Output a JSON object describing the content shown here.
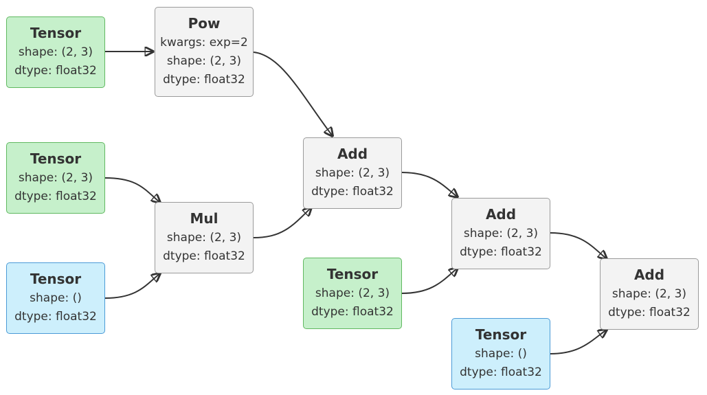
{
  "nodes": {
    "tensor_a": {
      "title": "Tensor",
      "lines": [
        "shape: (2, 3)",
        "dtype: float32"
      ],
      "color": "#c6f0cb"
    },
    "pow": {
      "title": "Pow",
      "lines": [
        "kwargs: exp=2",
        "shape: (2, 3)",
        "dtype: float32"
      ],
      "color": "#f3f3f3"
    },
    "tensor_b": {
      "title": "Tensor",
      "lines": [
        "shape: (2, 3)",
        "dtype: float32"
      ],
      "color": "#c6f0cb"
    },
    "tensor_c": {
      "title": "Tensor",
      "lines": [
        "shape: ()",
        "dtype: float32"
      ],
      "color": "#cdeffc"
    },
    "mul": {
      "title": "Mul",
      "lines": [
        "shape: (2, 3)",
        "dtype: float32"
      ],
      "color": "#f3f3f3"
    },
    "add_1": {
      "title": "Add",
      "lines": [
        "shape: (2, 3)",
        "dtype: float32"
      ],
      "color": "#f3f3f3"
    },
    "tensor_d": {
      "title": "Tensor",
      "lines": [
        "shape: (2, 3)",
        "dtype: float32"
      ],
      "color": "#c6f0cb"
    },
    "add_2": {
      "title": "Add",
      "lines": [
        "shape: (2, 3)",
        "dtype: float32"
      ],
      "color": "#f3f3f3"
    },
    "tensor_e": {
      "title": "Tensor",
      "lines": [
        "shape: ()",
        "dtype: float32"
      ],
      "color": "#cdeffc"
    },
    "add_3": {
      "title": "Add",
      "lines": [
        "shape: (2, 3)",
        "dtype: float32"
      ],
      "color": "#f3f3f3"
    }
  },
  "edges": [
    {
      "from": "tensor_a",
      "to": "pow"
    },
    {
      "from": "pow",
      "to": "add_1"
    },
    {
      "from": "tensor_b",
      "to": "mul"
    },
    {
      "from": "tensor_c",
      "to": "mul"
    },
    {
      "from": "mul",
      "to": "add_1"
    },
    {
      "from": "add_1",
      "to": "add_2"
    },
    {
      "from": "tensor_d",
      "to": "add_2"
    },
    {
      "from": "add_2",
      "to": "add_3"
    },
    {
      "from": "tensor_e",
      "to": "add_3"
    }
  ]
}
